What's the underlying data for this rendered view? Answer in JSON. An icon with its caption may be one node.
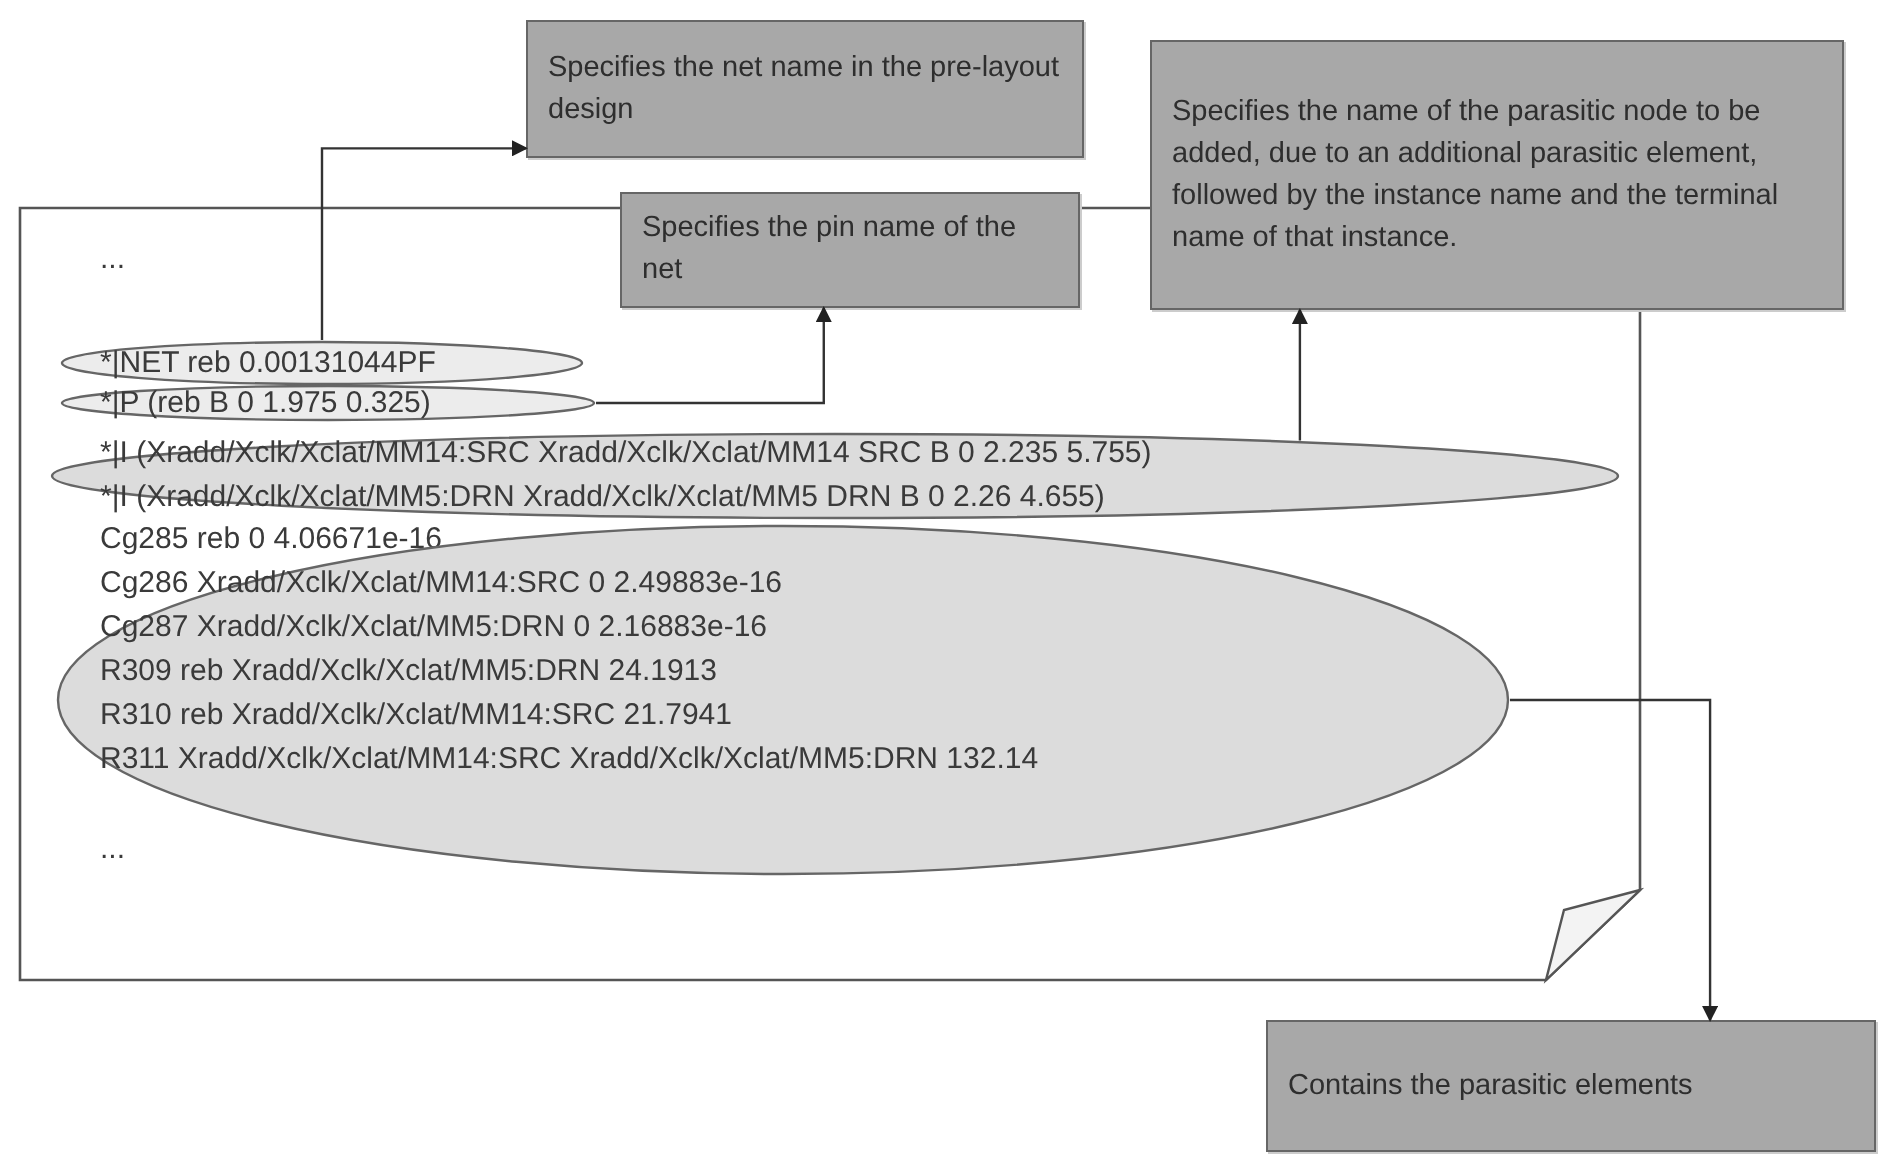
{
  "diagram": {
    "nodes": [
      {
        "text": [
          "...",
          "Cg285 reb 0 4.06671e-16",
          "..."
        ]
      },
      {
        "text": [
          "*|NET reb 0.00131044PF"
        ],
        "in": 0
      },
      {
        "text": [
          "*|P (reb B 0 1.975 0.325)"
        ],
        "in": 0
      },
      {
        "text": [
          "*|I (Xradd/Xclk/Xclat/MM14:SRC Xradd/Xclk/Xclat/MM14 SRC B 0 2.235 5.755)",
          "*|I (Xradd/Xclk/Xclat/MM5:DRN Xradd/Xclk/Xclat/MM5 DRN B 0 2.26 4.655)"
        ],
        "in": 0
      },
      {
        "text": [
          "Cg286 Xradd/Xclk/Xclat/MM14:SRC 0 2.49883e-16",
          "Cg287 Xradd/Xclk/Xclat/MM5:DRN 0 2.16883e-16",
          "R309 reb Xradd/Xclk/Xclat/MM5:DRN 24.1913",
          "R310 reb Xradd/Xclk/Xclat/MM14:SRC 21.7941",
          "R311 Xradd/Xclk/Xclat/MM14:SRC Xradd/Xclk/Xclat/MM5:DRN 132.14"
        ],
        "in": 0
      },
      {
        "text": [
          "Specifies the net name in the pre-layout design"
        ]
      },
      {
        "text": [
          "Specifies the pin name of the net"
        ]
      },
      {
        "text": [
          "Specifies the name of the parasitic node to be added, due to an additional parasitic element, followed by the instance name and the terminal name of that instance."
        ]
      },
      {
        "text": [
          "Contains the parasitic elements"
        ]
      }
    ],
    "edges": [
      {
        "from": 1,
        "to": 5,
        "arrow": "to"
      },
      {
        "from": 2,
        "to": 6,
        "arrow": "to"
      },
      {
        "from": 3,
        "to": 7,
        "arrow": "to"
      },
      {
        "from": 4,
        "to": 8,
        "arrow": "to"
      }
    ]
  }
}
